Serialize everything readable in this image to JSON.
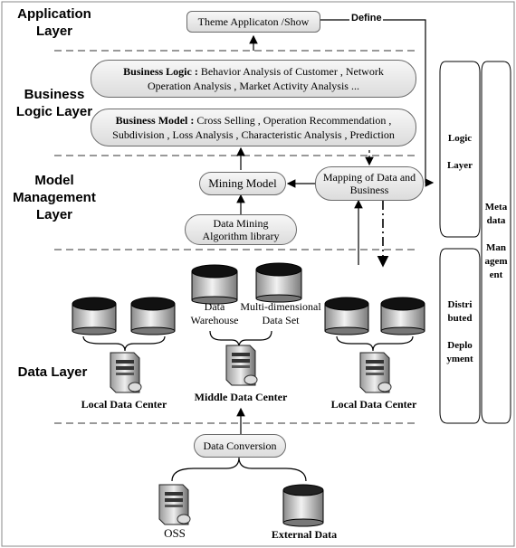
{
  "layers": {
    "application": "Application\nLayer",
    "business_logic": "Business\nLogic Layer",
    "model_management": "Model\nManagement\nLayer",
    "data": "Data Layer"
  },
  "application": {
    "theme": "Theme Applicaton /Show",
    "define": "Define"
  },
  "business": {
    "logic_label": "Business Logic :",
    "logic_text1": "Behavior Analysis of Customer , Network",
    "logic_text2": "Operation Analysis , Market Activity Analysis ...",
    "model_label": "Business Model :",
    "model_text1": "Cross Selling , Operation Recommendation ,",
    "model_text2": "Subdivision , Loss Analysis , Characteristic Analysis , Prediction"
  },
  "model": {
    "mining_model": "Mining Model",
    "mapping": "Mapping of Data and\nBusiness",
    "library": "Data Mining\nAlgorithm  library"
  },
  "data": {
    "warehouse": "Data\nWarehouse",
    "multidim": "Multi-dimensional\nData Set",
    "local_left": "Local Data Center",
    "middle": "Middle Data Center",
    "local_right": "Local Data Center",
    "conversion": "Data Conversion",
    "oss": "OSS",
    "external": "External Data"
  },
  "side": {
    "logic": "Logic\n\nLayer",
    "distributed": "Distri\nbuted\n\nDeplo\nyment",
    "meta": "Meta\ndata\n\nMan\nagem\nent"
  }
}
